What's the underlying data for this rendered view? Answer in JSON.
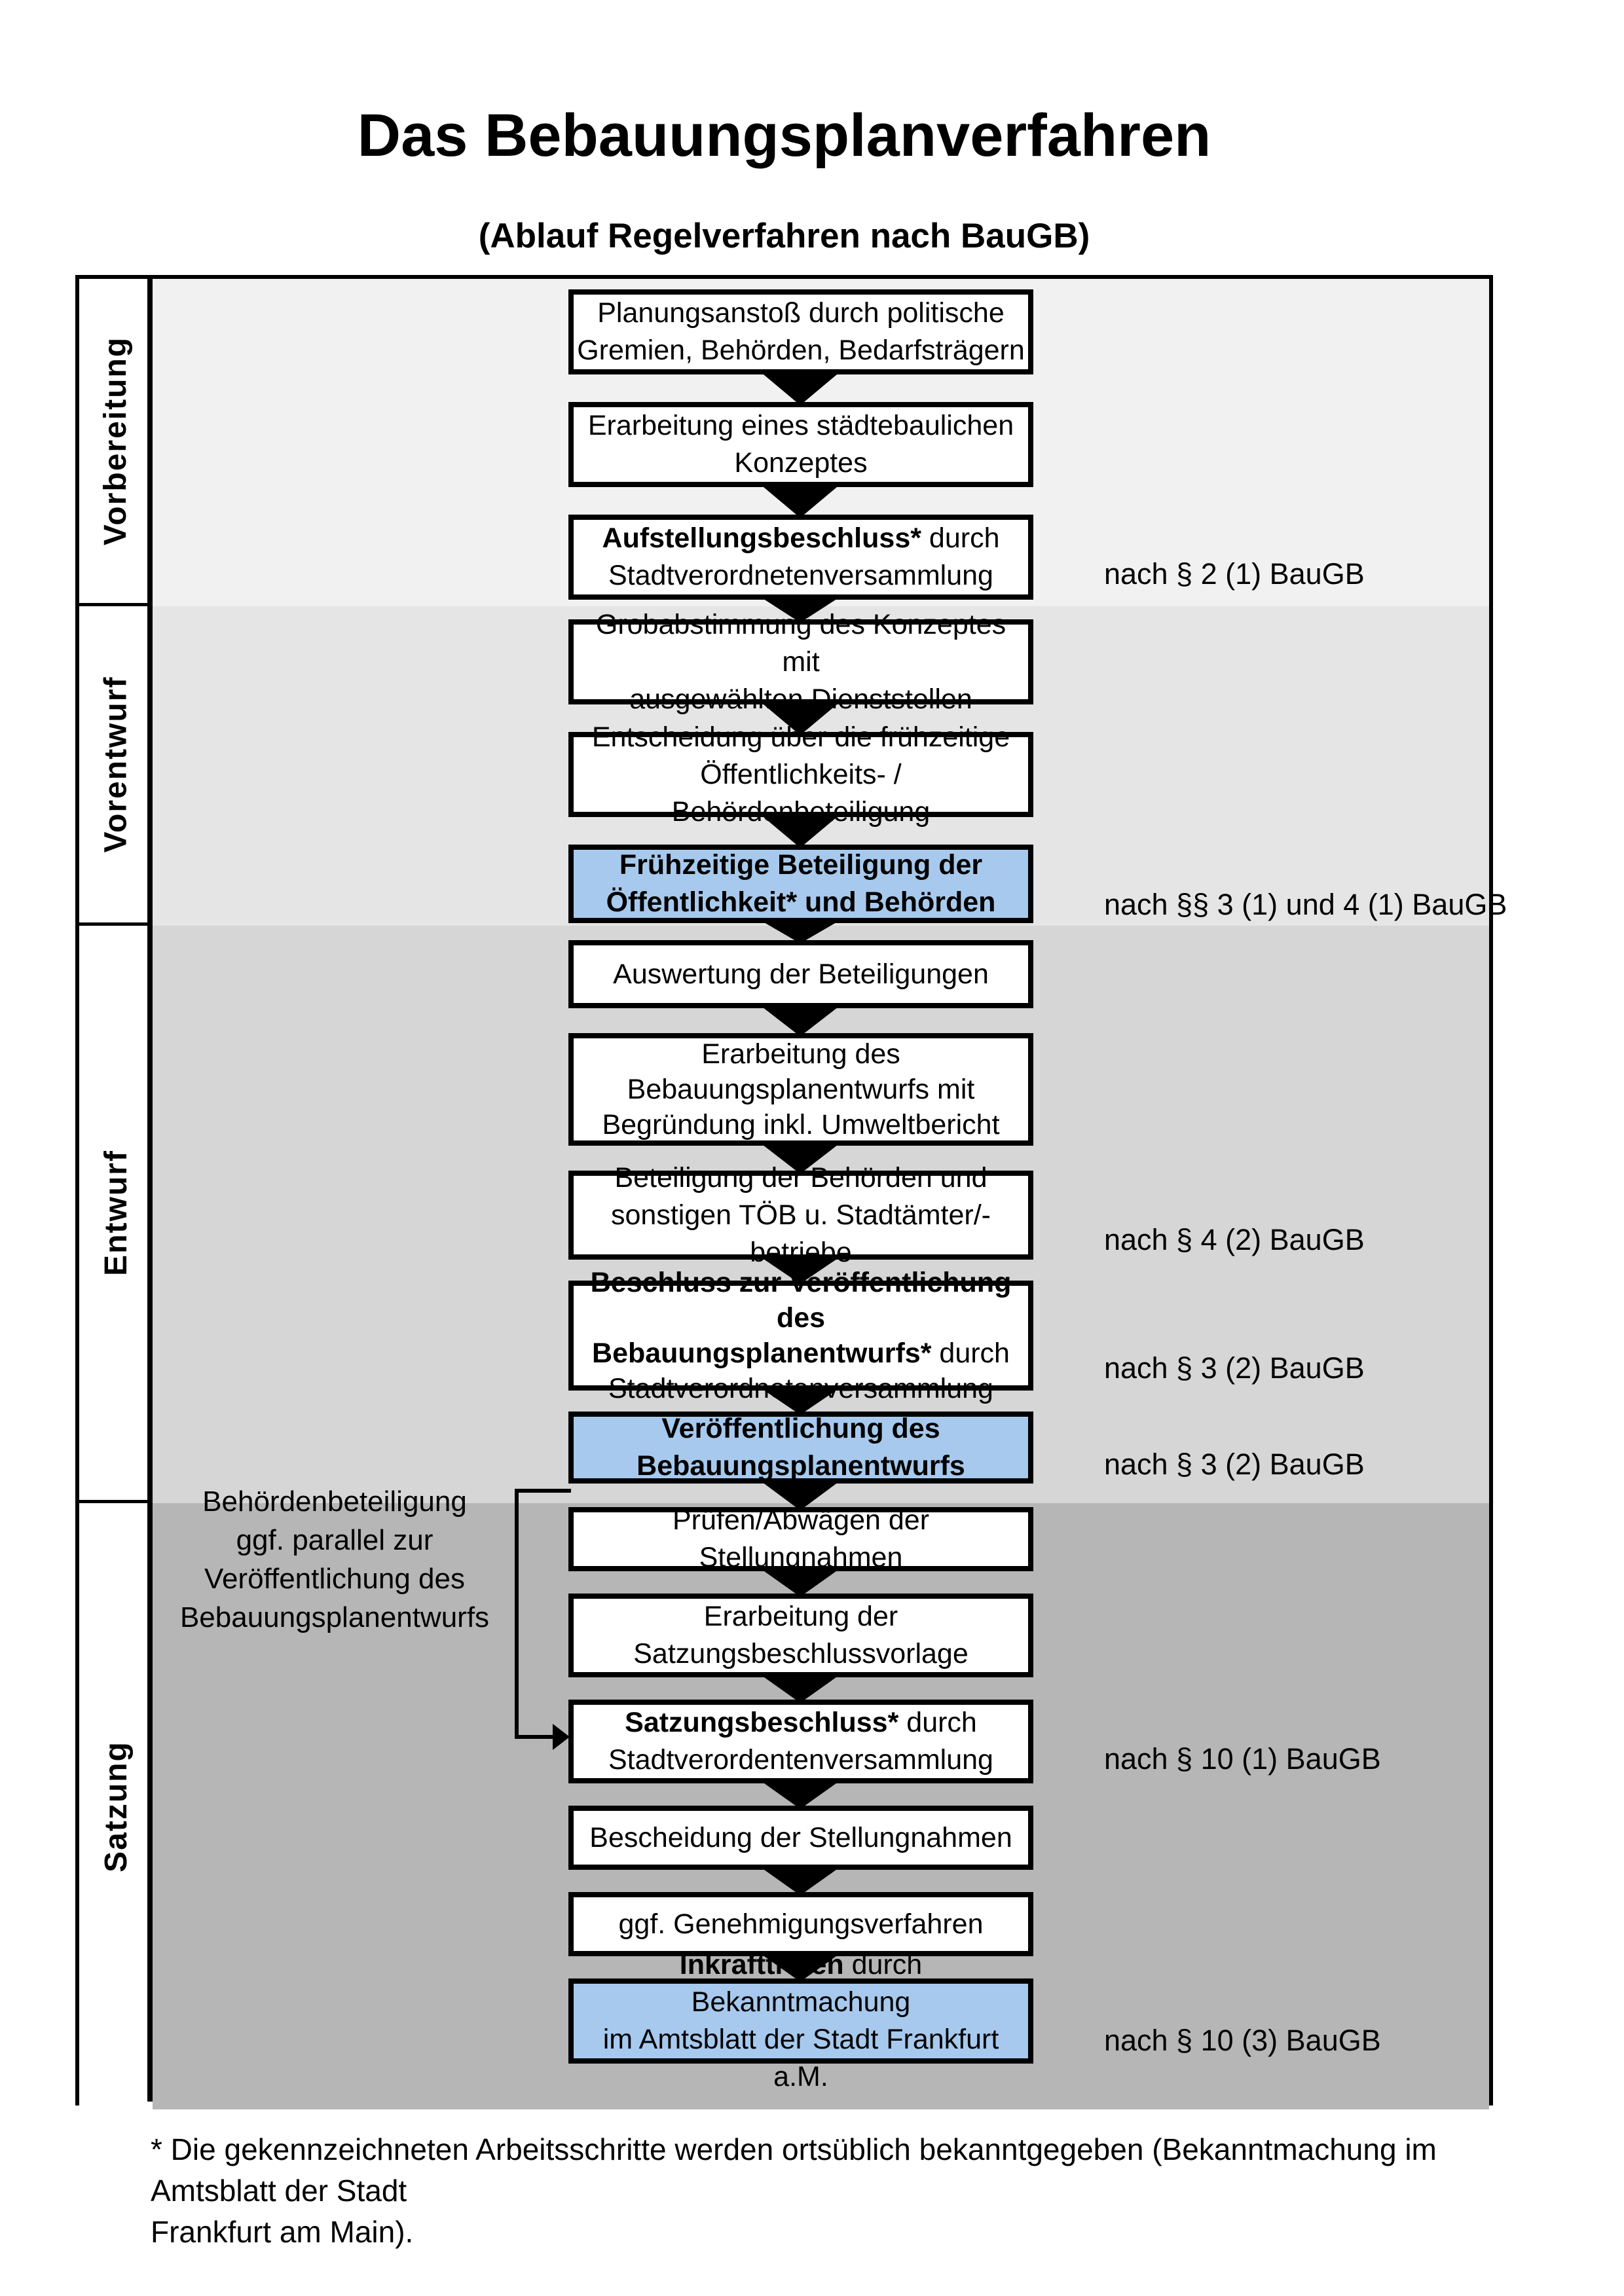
{
  "title": "Das Bebauungsplanverfahren",
  "subtitle": "(Ablauf Regelverfahren nach BauGB)",
  "colors": {
    "highlight_blue": "#a7c9ed",
    "band_vorbereitung": "#f1f1f1",
    "band_vorentwurf": "#e5e5e5",
    "band_entwurf": "#d6d6d6",
    "band_satzung": "#b6b6b6",
    "box_border": "#000000"
  },
  "phases": [
    {
      "label": "Vorbereitung"
    },
    {
      "label": "Vorentwurf"
    },
    {
      "label": "Entwurf"
    },
    {
      "label": "Satzung"
    }
  ],
  "steps": [
    {
      "lines": [
        [
          {
            "t": "Planungsanstoß durch politische"
          }
        ],
        [
          {
            "t": "Gremien, Behörden, Bedarfsträgern"
          }
        ]
      ]
    },
    {
      "lines": [
        [
          {
            "t": "Erarbeitung eines städtebaulichen"
          }
        ],
        [
          {
            "t": "Konzeptes"
          }
        ]
      ]
    },
    {
      "lines": [
        [
          {
            "t": "Aufstellungsbeschluss*",
            "b": 1
          },
          {
            "t": " durch"
          }
        ],
        [
          {
            "t": "Stadtverordnetenversammlung"
          }
        ]
      ],
      "note": "nach § 2 (1) BauGB"
    },
    {
      "lines": [
        [
          {
            "t": "Grobabstimmung des Konzeptes mit"
          }
        ],
        [
          {
            "t": "ausgewählten Dienststellen"
          }
        ]
      ]
    },
    {
      "lines": [
        [
          {
            "t": "Entscheidung über die frühzeitige"
          }
        ],
        [
          {
            "t": "Öffentlichkeits- / Behördenbeteiligung"
          }
        ]
      ]
    },
    {
      "blue": 1,
      "lines": [
        [
          {
            "t": "Frühzeitige Beteiligung der",
            "b": 1
          }
        ],
        [
          {
            "t": "Öffentlichkeit* und Behörden",
            "b": 1
          }
        ]
      ],
      "note": "nach §§ 3 (1) und 4 (1) BauGB"
    },
    {
      "lines": [
        [
          {
            "t": "Auswertung der Beteiligungen"
          }
        ]
      ]
    },
    {
      "lines": [
        [
          {
            "t": "Erarbeitung des"
          }
        ],
        [
          {
            "t": "Bebauungsplanentwurfs mit"
          }
        ],
        [
          {
            "t": "Begründung inkl. Umweltbericht"
          }
        ]
      ]
    },
    {
      "lines": [
        [
          {
            "t": "Beteiligung der Behörden und"
          }
        ],
        [
          {
            "t": "sonstigen TÖB u. Stadtämter/-betriebe"
          }
        ]
      ],
      "note": "nach § 4 (2) BauGB"
    },
    {
      "lines": [
        [
          {
            "t": "Beschluss zur Veröffentlichung des",
            "b": 1
          }
        ],
        [
          {
            "t": "Bebauungsplanentwurfs*",
            "b": 1
          },
          {
            "t": " durch"
          }
        ],
        [
          {
            "t": "Stadtverordnetenversammlung"
          }
        ]
      ],
      "note": "nach § 3 (2) BauGB"
    },
    {
      "blue": 1,
      "lines": [
        [
          {
            "t": "Veröffentlichung des",
            "b": 1
          }
        ],
        [
          {
            "t": "Bebauungsplanentwurfs",
            "b": 1
          }
        ]
      ],
      "note": "nach § 3 (2) BauGB"
    },
    {
      "lines": [
        [
          {
            "t": "Prüfen/Abwägen der Stellungnahmen"
          }
        ]
      ]
    },
    {
      "lines": [
        [
          {
            "t": "Erarbeitung der"
          }
        ],
        [
          {
            "t": "Satzungsbeschlussvorlage"
          }
        ]
      ]
    },
    {
      "lines": [
        [
          {
            "t": "Satzungsbeschluss*",
            "b": 1
          },
          {
            "t": " durch"
          }
        ],
        [
          {
            "t": "Stadtverordentenversammlung"
          }
        ]
      ],
      "note": "nach § 10 (1) BauGB"
    },
    {
      "lines": [
        [
          {
            "t": "Bescheidung der Stellungnahmen"
          }
        ]
      ]
    },
    {
      "lines": [
        [
          {
            "t": "ggf. Genehmigungsverfahren"
          }
        ]
      ]
    },
    {
      "blue": 1,
      "lines": [
        [
          {
            "t": "Inkrafttreten",
            "b": 1
          },
          {
            "t": " durch Bekanntmachung"
          }
        ],
        [
          {
            "t": "im Amtsblatt der Stadt Frankfurt a.M."
          }
        ]
      ],
      "note": "nach § 10 (3) BauGB"
    }
  ],
  "annotation": "Behördenbeteiligung\nggf. parallel zur\nVeröffentlichung des\nBebauungsplanentwurfs",
  "footnote": "* Die gekennzeichneten Arbeitsschritte werden ortsüblich bekanntgegeben (Bekanntmachung im Amtsblatt  der Stadt\nFrankfurt am Main)."
}
